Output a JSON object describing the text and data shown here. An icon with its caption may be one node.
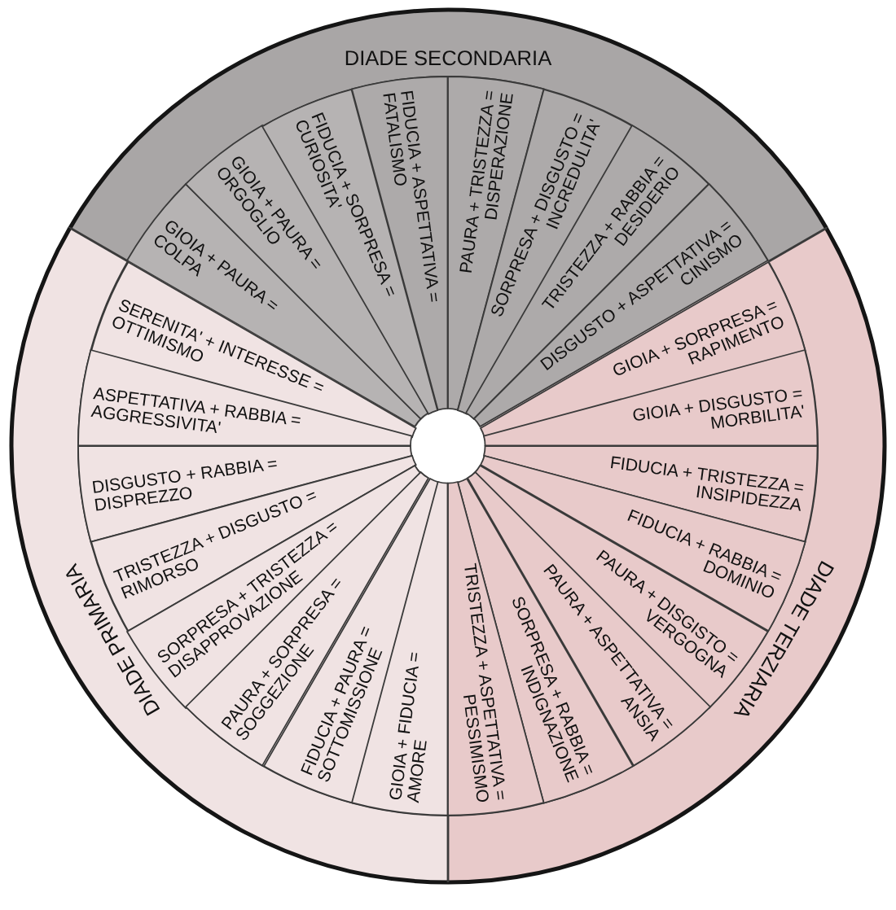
{
  "diagram": {
    "nodes": [
      {
        "text": [
          "DIADE SECONDARIA"
        ]
      },
      {
        "text": [
          "GIOIA + PAURA =",
          "COLPA"
        ],
        "in": 0
      },
      {
        "text": [
          "GIOIA + PAURA =",
          "ORGOGLIO"
        ],
        "in": 0
      },
      {
        "text": [
          "FIDUCIA + SORPRESA =",
          "CURIOSITA'"
        ],
        "in": 0
      },
      {
        "text": [
          "FIDUCIA + ASPETTATIVA =",
          "FATALISMO"
        ],
        "in": 0
      },
      {
        "text": [
          "PAURA + TRISTEZZA =",
          "DISPERAZIONE"
        ],
        "in": 0
      },
      {
        "text": [
          "SORPRESA + DISGUSTO =",
          "INCREDULITA'"
        ],
        "in": 0
      },
      {
        "text": [
          "TRISTEZZA + RABBIA =",
          "DESIDERIO"
        ],
        "in": 0
      },
      {
        "text": [
          "DISGUSTO + ASPETTATIVA =",
          "CINISMO"
        ],
        "in": 0
      },
      {
        "text": [
          "DIADE PRIMARIA"
        ]
      },
      {
        "text": [
          "SERENITA' + INTERESSE =",
          "OTTIMISMO"
        ],
        "in": 9
      },
      {
        "text": [
          "ASPETTATIVA + RABBIA =",
          "AGGRESSIVITA'"
        ],
        "in": 9
      },
      {
        "text": [
          "DISGUSTO + RABBIA =",
          "DISPREZZO"
        ],
        "in": 9
      },
      {
        "text": [
          "TRISTEZZA + DISGUSTO =",
          "RIMORSO"
        ],
        "in": 9
      },
      {
        "text": [
          "SORPRESA + TRISTEZZA =",
          "DISAPPROVAZIONE"
        ],
        "in": 9
      },
      {
        "text": [
          "PAURA + SORPRESA =",
          "SOGGEZIONE"
        ],
        "in": 9
      },
      {
        "text": [
          "FIDUCIA + PAURA =",
          "SOTTOMISSIONE"
        ],
        "in": 9
      },
      {
        "text": [
          "GIOIA + FIDUCIA =",
          "AMORE"
        ],
        "in": 9
      },
      {
        "text": [
          "DIADE TERZIARIA"
        ]
      },
      {
        "text": [
          "GIOIA + SORPRESA =",
          "RAPIMENTO"
        ],
        "in": 18
      },
      {
        "text": [
          "GIOIA + DISGUSTO =",
          "MORBILITA'"
        ],
        "in": 18
      },
      {
        "text": [
          "FIDUCIA + TRISTEZZA =",
          "INSIPIDEZZA"
        ],
        "in": 18
      },
      {
        "text": [
          "FIDUCIA + RABBIA =",
          "DOMINIO"
        ],
        "in": 18
      },
      {
        "text": [
          "PAURA + DISGISTO =",
          "VERGOGNA"
        ],
        "in": 18
      },
      {
        "text": [
          "PAURA + ASPETTATIVA =",
          "ANSIA"
        ],
        "in": 18
      },
      {
        "text": [
          "SORPRESA + RABBIA =",
          "INDIGNAZIONE"
        ],
        "in": 18
      },
      {
        "text": [
          "TRISTEZZA + ASPETTATIVA =",
          "PESSIMISMO"
        ],
        "in": 18
      }
    ]
  }
}
